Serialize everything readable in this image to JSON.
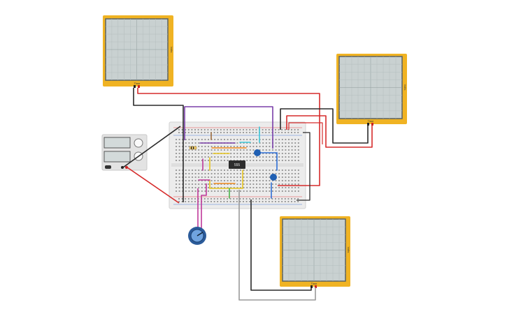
{
  "colors": {
    "background": "#ffffff",
    "scope_frame": "#f0b323",
    "scope_screen": "#c9d1d1",
    "scope_grid": "#aeb9b9",
    "breadboard": "#ececec",
    "rail_red": "#e34646",
    "rail_blue": "#4a7fd1",
    "wire_red": "#d62b2b",
    "wire_black": "#2a2a2a",
    "wire_purple": "#7a3ea8",
    "wire_gray": "#9a9a9a",
    "wire_magenta": "#c0399a",
    "wire_yellow": "#e7c51e",
    "wire_orange": "#f08a1c",
    "wire_cyan": "#3cc6d8",
    "wire_green": "#4bb34b",
    "wire_blue": "#2f6fd6",
    "cap_blue": "#1f5fb3",
    "pot_body": "#2b5b9a",
    "pot_knob": "#6fa3e0"
  },
  "scope_axis_label": "Volts",
  "scope_time_label": "Time",
  "components": {
    "ic_label": "555",
    "power_supply_knob_icons": [
      "dial-icon",
      "dial-icon"
    ],
    "potentiometer_icon": "potentiometer-icon"
  }
}
